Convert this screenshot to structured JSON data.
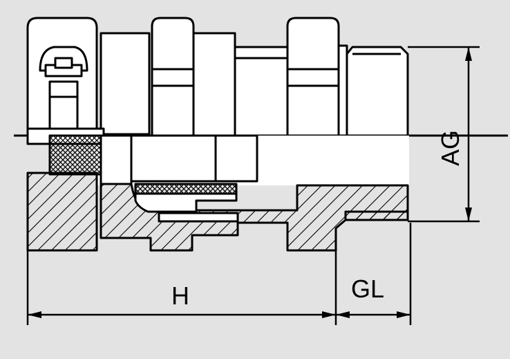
{
  "dimensions": {
    "height_label": "H",
    "thread_length_label": "GL",
    "outer_thread_label": "AG"
  },
  "colors": {
    "background": "#e3e3e3",
    "line": "#000000",
    "fill": "#ffffff"
  }
}
